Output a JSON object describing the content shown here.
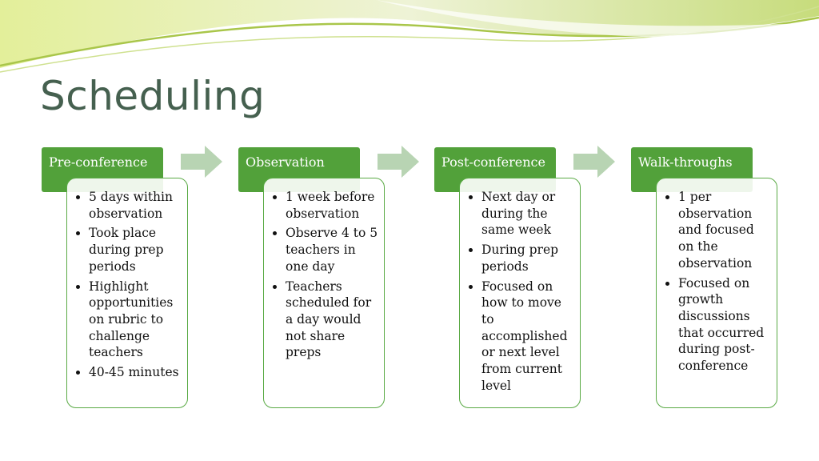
{
  "title": "Scheduling",
  "colors": {
    "accent": "#52a13a",
    "title": "#45604f",
    "arrow": "#b8d4b3",
    "wave_light": "#e8f0c0",
    "wave_dark": "#c3d96a"
  },
  "stages": [
    {
      "label": "Pre-conference",
      "items": [
        "5 days within observation",
        "Took place during prep periods",
        "Highlight opportunities on rubric to challenge teachers",
        "40-45 minutes"
      ]
    },
    {
      "label": "Observation",
      "items": [
        "1 week before observation",
        "Observe 4 to 5 teachers in one day",
        "Teachers scheduled for a day would not share preps"
      ]
    },
    {
      "label": "Post-conference",
      "items": [
        "Next day or during the same week",
        "During prep periods",
        "Focused on how to move to accomplished or next level from current level"
      ]
    },
    {
      "label": "Walk-throughs",
      "items": [
        "1 per observation and focused on the observation",
        "Focused on growth discussions that occurred during post-conference"
      ]
    }
  ]
}
